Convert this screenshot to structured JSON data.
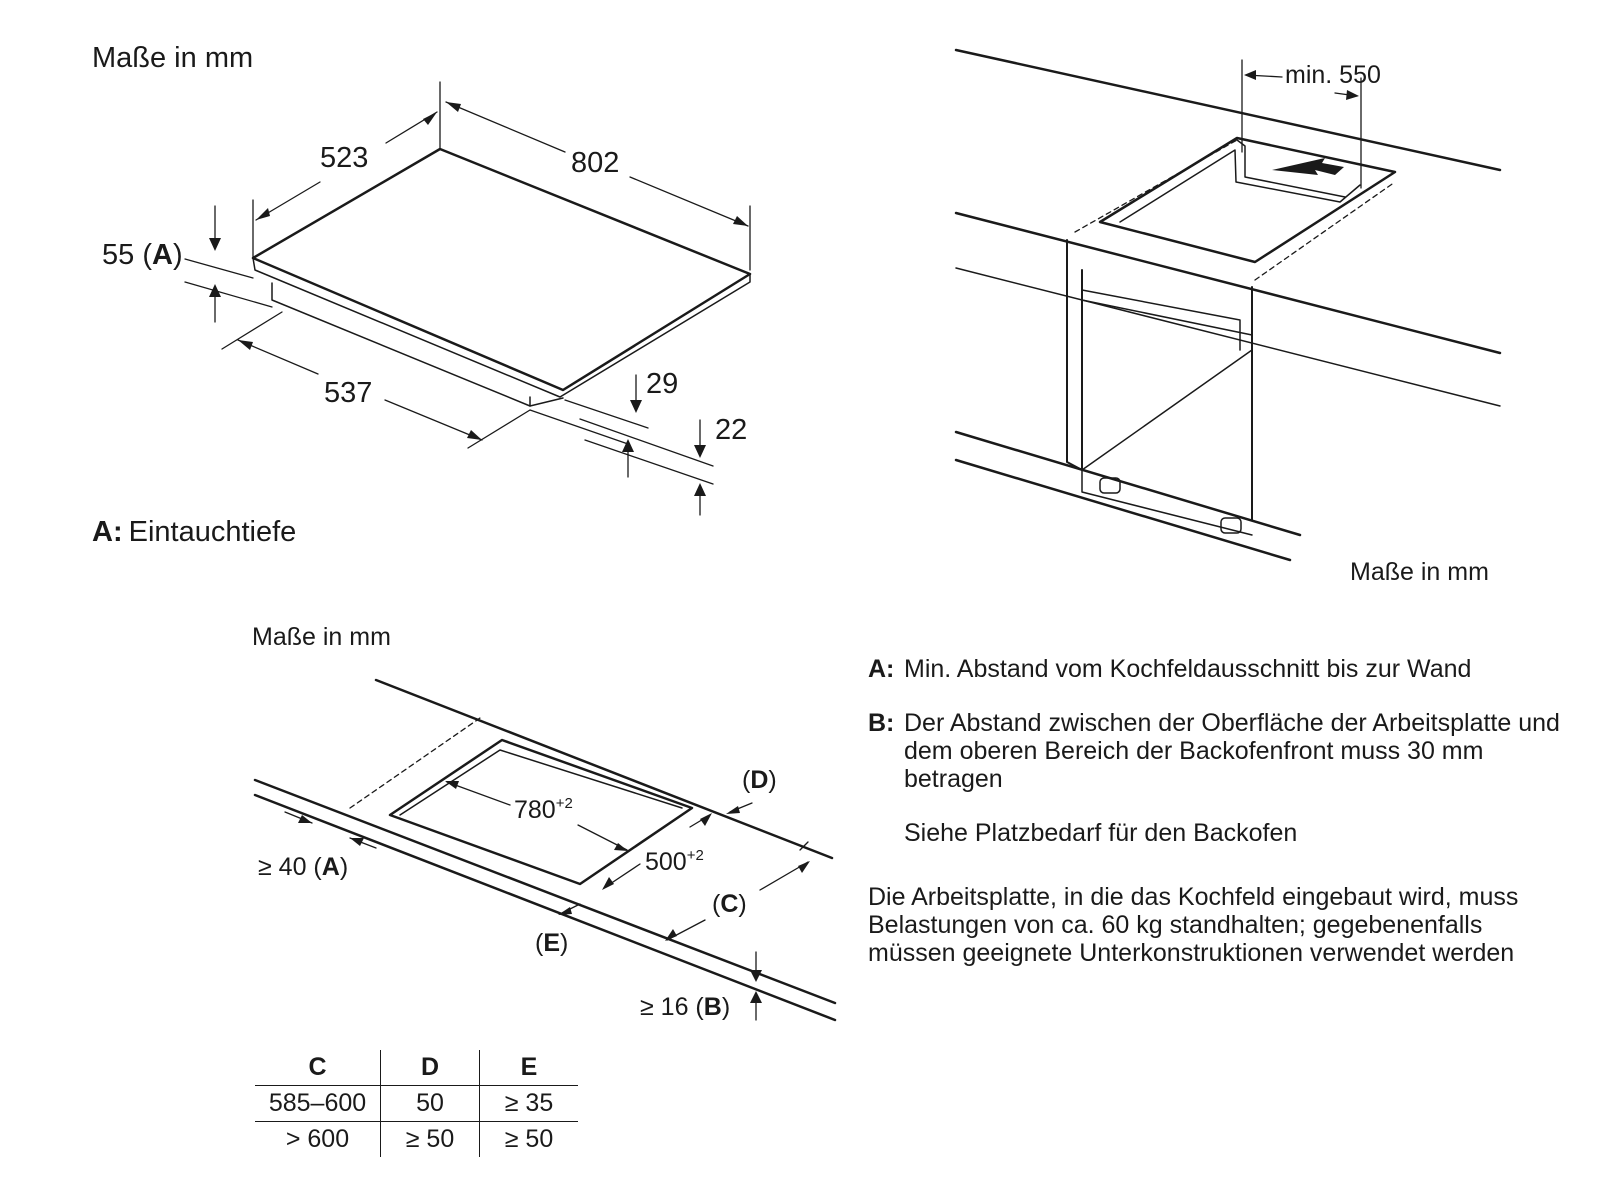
{
  "hob_dimensions": {
    "units_label": "Maße in mm",
    "width": "802",
    "depth": "523",
    "height": "55",
    "height_ref": "A",
    "base_width": "537",
    "dim_29": "29",
    "dim_22": "22",
    "footnote_key": "A:",
    "footnote_text": "Eintauchtiefe"
  },
  "wall_install": {
    "min_label": "min. 550",
    "units_label": "Maße in mm"
  },
  "cutout": {
    "units_label": "Maße in mm",
    "width_value": "780",
    "width_tol": "+2",
    "depth_value": "500",
    "depth_tol": "+2",
    "label_a_prefix": "≥ 40 (",
    "label_a_key": "A",
    "label_d": "D",
    "label_c": "C",
    "label_e": "E",
    "label_b_prefix": "≥ 16 (",
    "label_b_key": "B"
  },
  "spec_table": {
    "headers": [
      "C",
      "D",
      "E"
    ],
    "rows": [
      [
        "585–600",
        "50",
        "≥ 35"
      ],
      [
        "> 600",
        "≥ 50",
        "≥ 50"
      ]
    ]
  },
  "legend": {
    "a_key": "A:",
    "a_text": "Min. Abstand vom Kochfeldausschnitt bis zur Wand",
    "b_key": "B:",
    "b_text": "Der Abstand zwischen der Oberfläche der Arbeitsplatte und dem oberen Bereich der Backofenfront muss 30 mm betragen",
    "b_note": "Siehe Platzbedarf für den Backofen",
    "load_note": "Die Arbeitsplatte, in die das Kochfeld eingebaut wird, muss Belastungen von ca. 60 kg standhalten; gegebenenfalls müssen geeignete Unterkonstruktionen verwendet werden"
  }
}
